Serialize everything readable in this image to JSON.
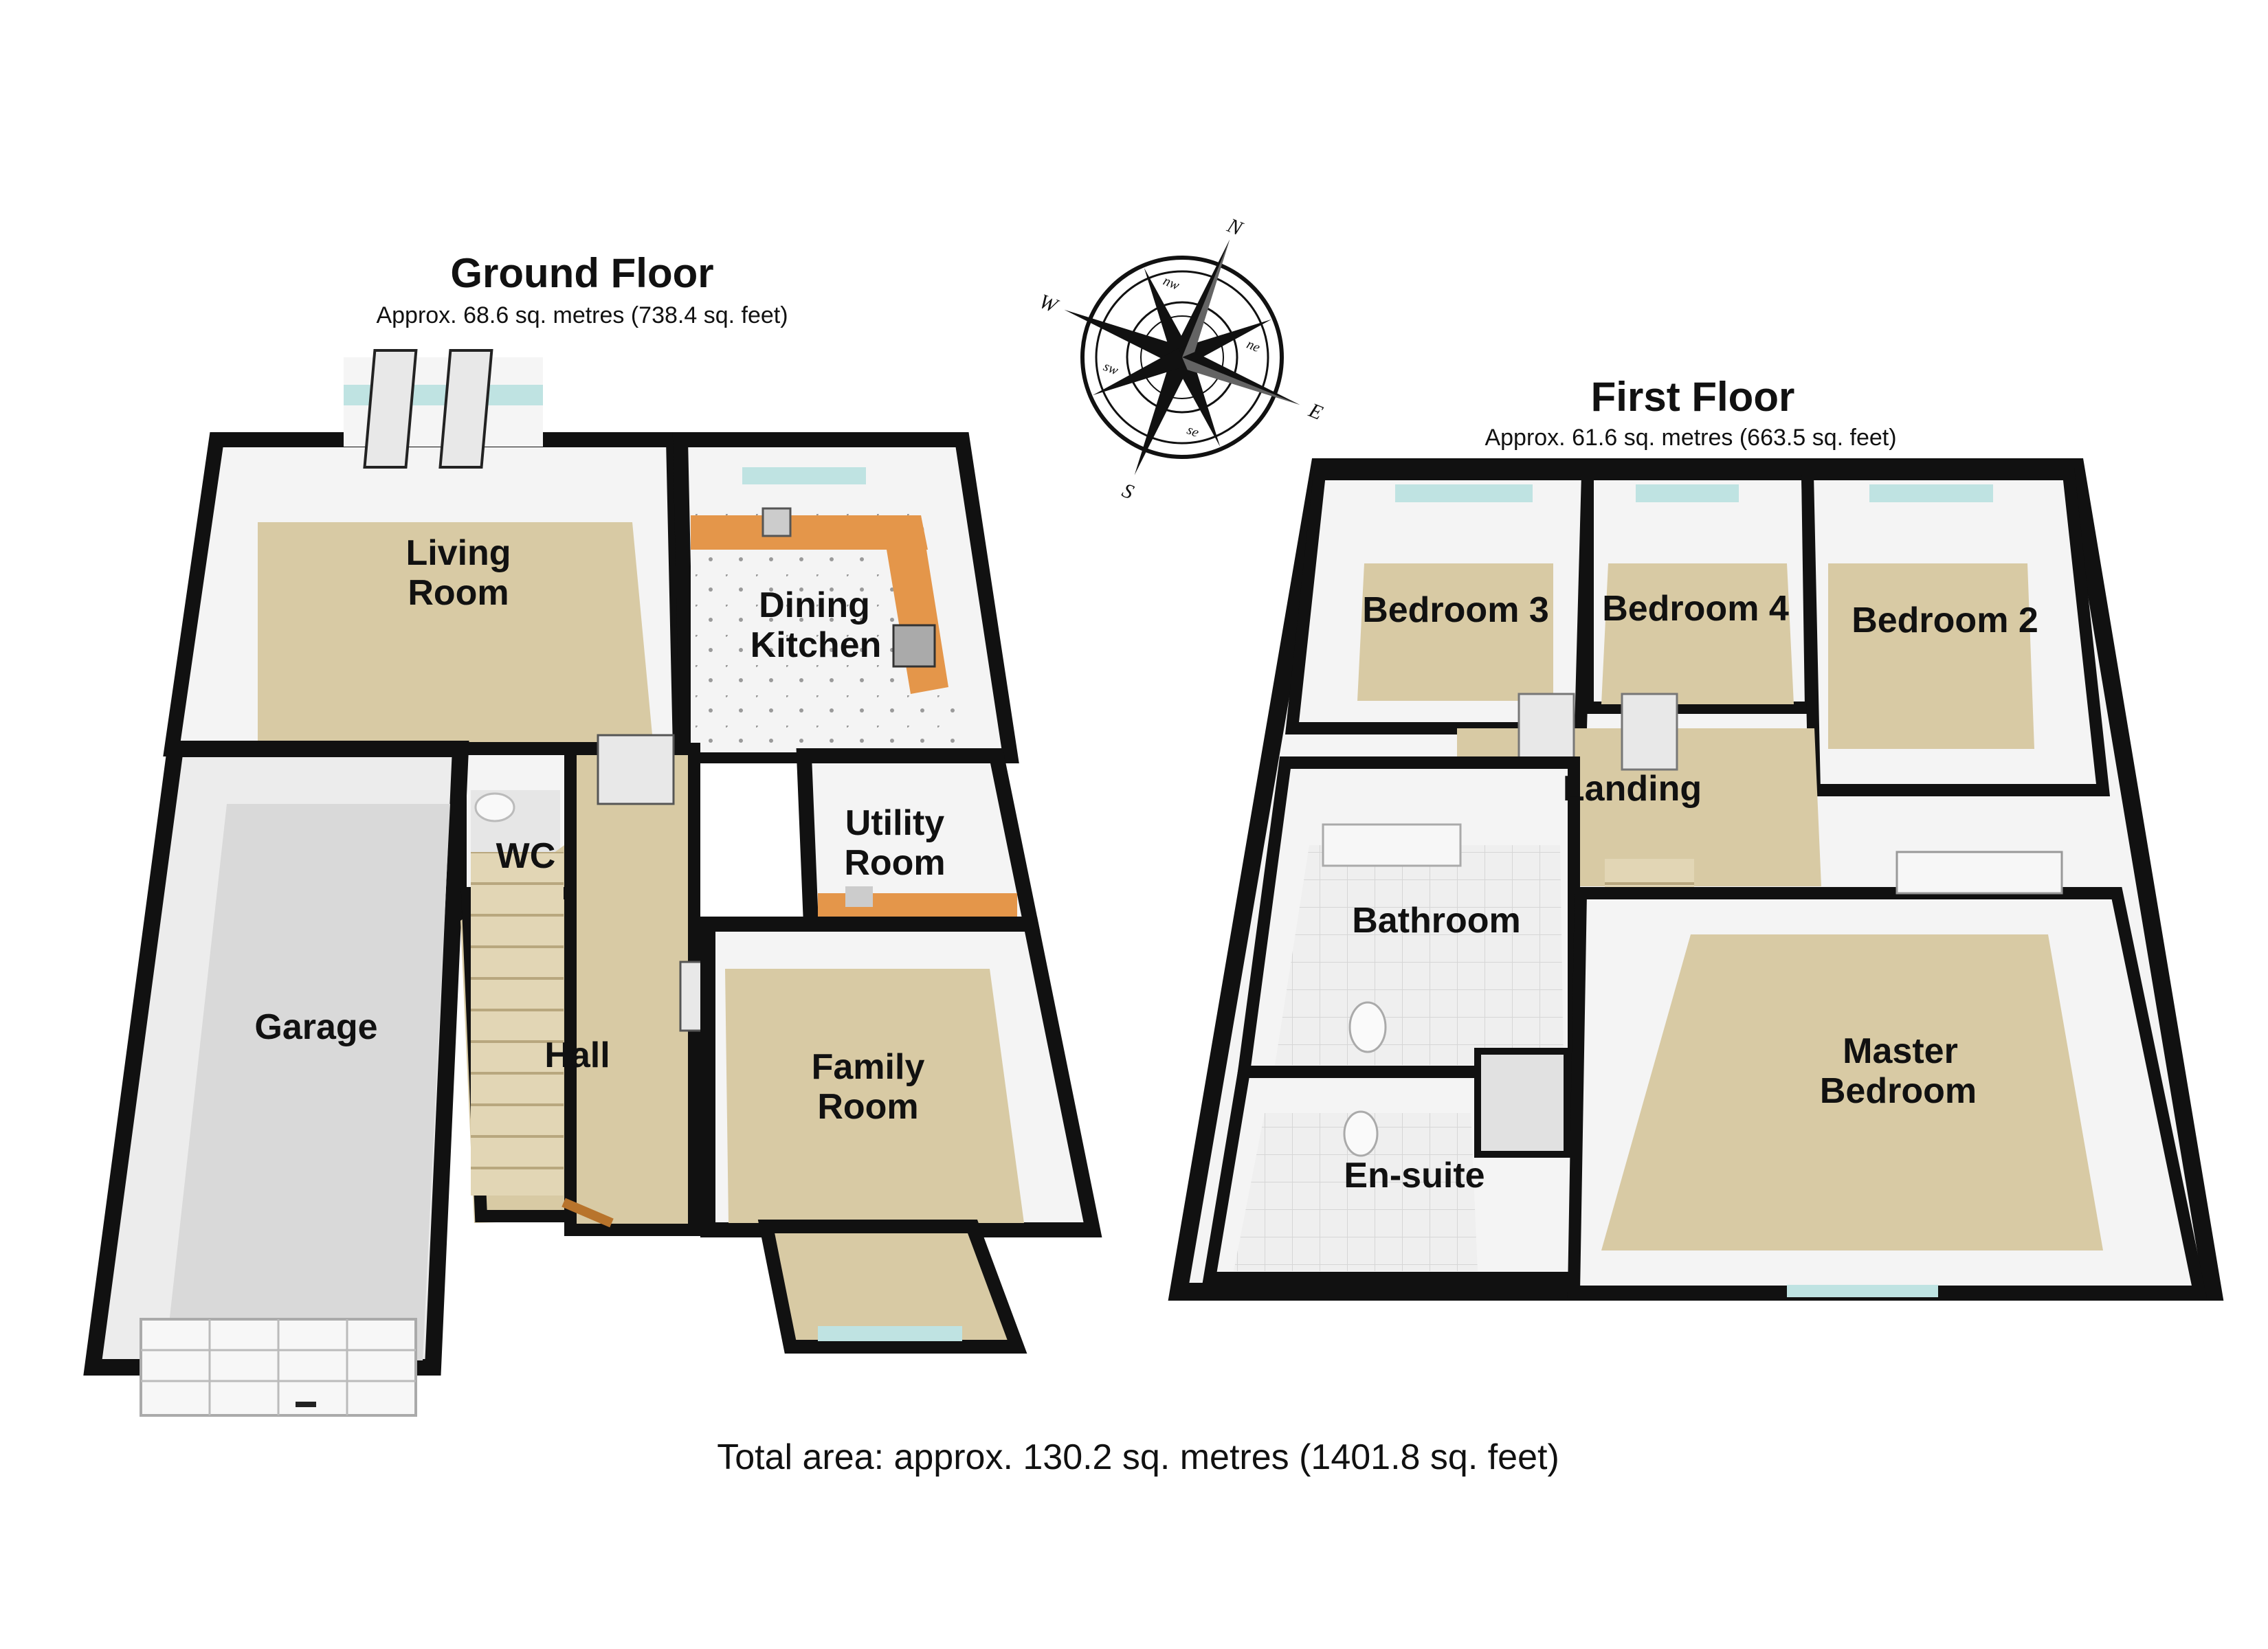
{
  "ground_floor": {
    "title": "Ground Floor",
    "area": "Approx. 68.6 sq. metres (738.4 sq. feet)",
    "rooms": {
      "living_room": [
        "Living",
        "Room"
      ],
      "dining_kitchen": [
        "Dining",
        "Kitchen"
      ],
      "utility_room": [
        "Utility",
        "Room"
      ],
      "wc": "WC",
      "garage": "Garage",
      "hall": "Hall",
      "family_room": [
        "Family",
        "Room"
      ]
    }
  },
  "first_floor": {
    "title": "First Floor",
    "area": "Approx. 61.6 sq. metres (663.5 sq. feet)",
    "rooms": {
      "bedroom_3": "Bedroom 3",
      "bedroom_4": "Bedroom 4",
      "bedroom_2": "Bedroom 2",
      "landing": "Landing",
      "bathroom": "Bathroom",
      "en_suite": "En-suite",
      "master_bedroom": [
        "Master",
        "Bedroom"
      ]
    }
  },
  "compass": {
    "n": "N",
    "e": "E",
    "s": "S",
    "w": "W",
    "nw": "nw",
    "ne": "ne",
    "se": "se",
    "sw": "sw"
  },
  "total_area": "Total area: approx. 130.2 sq. metres (1401.8 sq. feet)",
  "colors": {
    "wall": "#111111",
    "wall_inner": "#f2f2f2",
    "carpet": "#d8caa4",
    "garage_floor": "#d9d9d9",
    "tile": "#ececec",
    "counter": "#e4964a",
    "window": "#bfe3e2"
  }
}
